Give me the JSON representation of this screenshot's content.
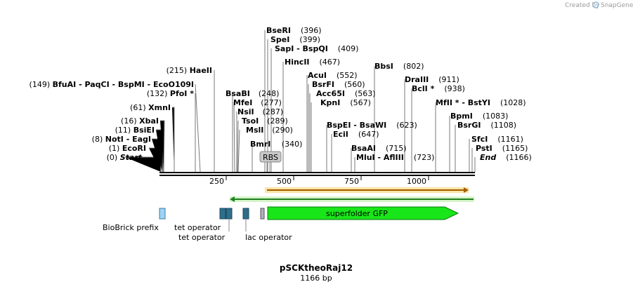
{
  "credit": {
    "text": "Created by",
    "brand": "SnapGene"
  },
  "map": {
    "title": "pSCKtheoRaj12",
    "length_label": "1166 bp",
    "length": 1166,
    "ticks": [
      "250",
      "500",
      "750",
      "1000"
    ],
    "rbs_label": "RBS",
    "colors": {
      "backbone": "#000000",
      "gfp": "#19e619",
      "tet_operator": "#2f6e8a",
      "biobrick": "#9fd3f5",
      "lac_operator": "#b0b0c0",
      "orf_orange": "#f0a000",
      "orf_green": "#40c040",
      "rbs_fill": "#c8c8c8"
    }
  },
  "sites": [
    {
      "text": "(0)",
      "name": "Start",
      "style": "bi"
    },
    {
      "text": "(1)",
      "name": "EcoRI"
    },
    {
      "text": "(8)",
      "name": "NotI  - EagI"
    },
    {
      "text": "(11)",
      "name": "BsiEI"
    },
    {
      "text": "(16)",
      "name": "XbaI"
    },
    {
      "text": "(61)",
      "name": "XmnI"
    },
    {
      "text": "(132)",
      "name": "PfoI *"
    },
    {
      "text": "(149)",
      "name": "BfuAI  - PaqCI  - BspMI  - EcoO109I"
    },
    {
      "text": "(215)",
      "name": "HaeII"
    },
    {
      "name": "BmrI",
      "text": "(340)"
    },
    {
      "name": "MslI",
      "text": "(290)"
    },
    {
      "name": "TsoI",
      "text": "(289)"
    },
    {
      "name": "NsiI",
      "text": "(287)"
    },
    {
      "name": "MfeI",
      "text": "(277)"
    },
    {
      "name": "BsaBI",
      "text": "(248)"
    },
    {
      "name": "SapI  - BspQI",
      "text": "(409)"
    },
    {
      "name": "SpeI",
      "text": "(399)"
    },
    {
      "name": "BseRI",
      "text": "(396)"
    },
    {
      "name": "HincII",
      "text": "(467)"
    },
    {
      "name": "AcuI",
      "text": "(552)"
    },
    {
      "name": "BsrFI",
      "text": "(560)"
    },
    {
      "name": "Acc65I",
      "text": "(563)"
    },
    {
      "name": "KpnI",
      "text": "(567)"
    },
    {
      "name": "BspEI  - BsaWI",
      "text": "(623)"
    },
    {
      "name": "EciI",
      "text": "(647)"
    },
    {
      "name": "BsaAI",
      "text": "(715)"
    },
    {
      "name": "MluI  - AflIII",
      "text": "(723)"
    },
    {
      "name": "BbsI",
      "text": "(802)"
    },
    {
      "name": "DraIII",
      "text": "(911)"
    },
    {
      "name": "BclI *",
      "text": "(938)"
    },
    {
      "name": "MfII *  - BstYI",
      "text": "(1028)"
    },
    {
      "name": "BpmI",
      "text": "(1083)"
    },
    {
      "name": "BsrGI",
      "text": "(1108)"
    },
    {
      "name": "SfcI",
      "text": "(1161)"
    },
    {
      "name": "PstI",
      "text": "(1165)"
    },
    {
      "name": "End",
      "text": "(1166)",
      "style": "bi"
    }
  ],
  "features": {
    "biobrick": "BioBrick prefix",
    "tet1": "tet operator",
    "tet2": "tet operator",
    "lac": "lac operator",
    "gfp": "superfolder GFP"
  }
}
